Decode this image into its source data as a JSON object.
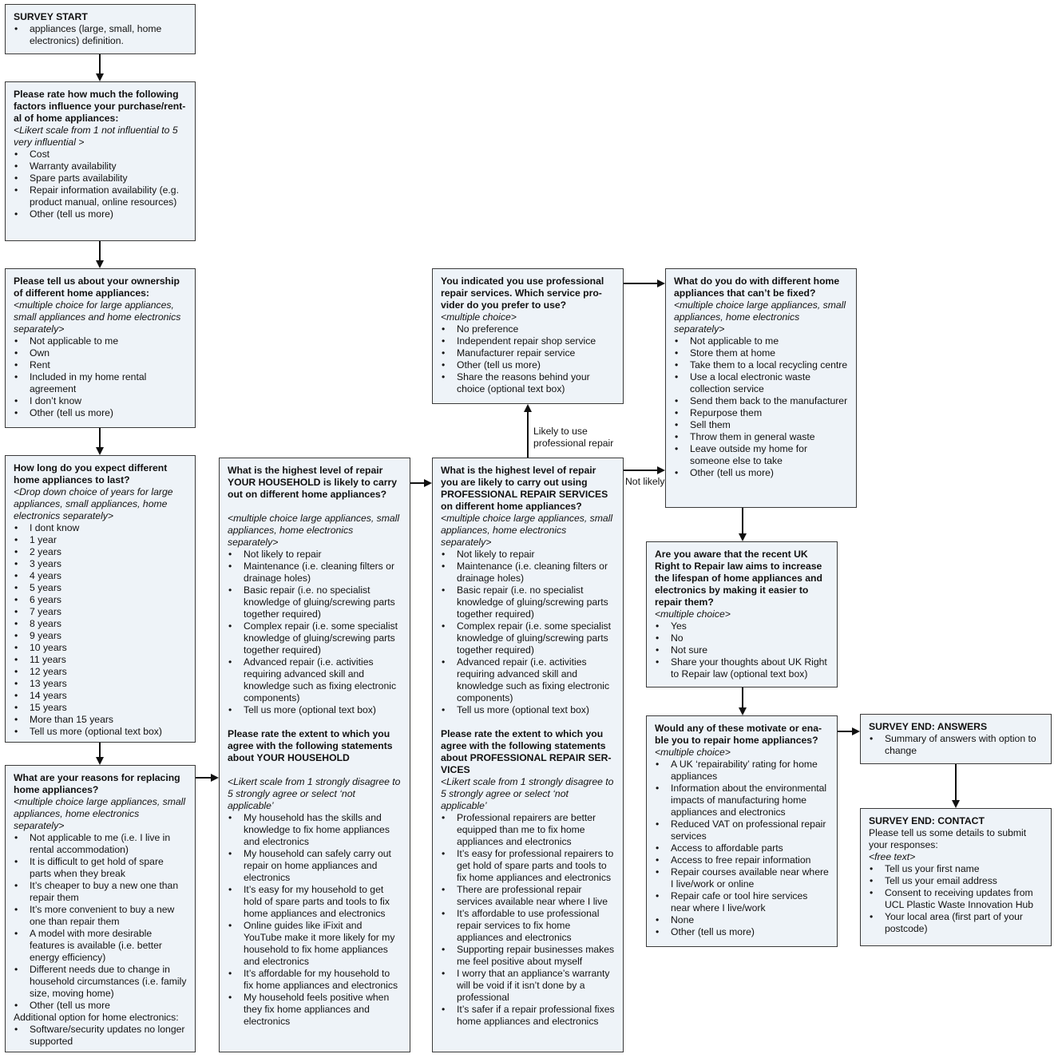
{
  "start": {
    "title": "SURVEY START",
    "items": [
      "appliances (large, small, home electronics) definition."
    ]
  },
  "factors": {
    "title": "Please rate how much the following factors influence your purchase/rent-al of home appliances:",
    "note": "<Likert scale from 1 not influential to 5 very influential >",
    "items": [
      "Cost",
      "Warranty availability",
      "Spare parts availability",
      "Repair information availability (e.g. product manual, online resources)",
      "Other (tell us more)"
    ]
  },
  "ownership": {
    "title": "Please tell us about your ownership of different home appliances:",
    "note": "<multiple choice for large appliances, small appliances and home electronics separately>",
    "items": [
      "Not applicable to me",
      "Own",
      "Rent",
      "Included in my home rental agreement",
      "I don’t know",
      "Other (tell us more)"
    ]
  },
  "lifespan": {
    "title": "How long do you expect different home appliances to last?",
    "note": "<Drop down choice of years for large appliances, small appliances, home electronics separately>",
    "items": [
      "I dont know",
      "1 year",
      "2 years",
      "3 years",
      "4 years",
      "5 years",
      "6 years",
      "7 years",
      "8 years",
      "9 years",
      "10 years",
      "11 years",
      "12 years",
      "13 years",
      "14 years",
      "15 years",
      "More than 15 years",
      "Tell us more (optional text box)"
    ]
  },
  "replacing": {
    "title": "What are your reasons for replacing home appliances?",
    "note": "<multiple choice large appliances, small appliances, home electronics separately>",
    "items": [
      "Not applicable to me (i.e. I live in rental accommodation)",
      "It is difficult to get hold of spare parts when they break",
      "It’s cheaper to buy a new one than repair them",
      "It’s more convenient to buy a new one than repair them",
      "A model with more desirable features is available (i.e. better energy efficiency)",
      "Different needs due to change in household circumstances (i.e. family size, moving home)",
      "Other (tell us more"
    ],
    "extra": "Additional option for home electronics:",
    "extra_items": [
      "Software/security updates no longer supported"
    ]
  },
  "household": {
    "title_a": "What is the highest level of repair ",
    "title_b": "YOUR HOUSEHOLD",
    "title_c": " is likely to carry out on different home appliances?",
    "note": "<multiple choice large appliances, small appliances, home electronics separately>",
    "items": [
      "Not likely to repair",
      "Maintenance (i.e. cleaning filters or drainage holes)",
      "Basic repair (i.e. no specialist knowledge of gluing/screwing parts together required)",
      "Complex repair (i.e. some specialist knowledge of gluing/screwing parts together required)",
      "Advanced repair (i.e. activities requiring advanced skill and knowledge such as fixing electronic components)",
      "Tell us more (optional text box)"
    ],
    "title2_a": "Please rate the extent to which you agree with the following statements about ",
    "title2_b": "YOUR HOUSEHOLD",
    "note2": "<Likert scale from 1 strongly disagree to 5 strongly agree or select ‘not applicable’",
    "items2": [
      "My household has the skills and knowledge to fix home appliances and electronics",
      "My household can safely carry out repair on home appliances and electronics",
      "It’s easy for my household to get hold of spare parts and tools to fix home appliances and electronics",
      "Online guides like iFixit and YouTube make it more likely for my household to fix home appliances and electronics",
      "It’s affordable for my household to fix home appliances and electronics",
      "My household feels positive when they fix home appliances and electronics"
    ]
  },
  "professional": {
    "title_a": "What is the highest level of repair you are likely to carry out using ",
    "title_b": "PROFESSIONAL REPAIR SERVICES",
    "title_c": " on different home appliances?",
    "note": "<multiple choice large appliances, small appliances, home electronics separately>",
    "items": [
      "Not likely to repair",
      "Maintenance (i.e. cleaning filters or drainage holes)",
      "Basic repair (i.e. no specialist knowledge of gluing/screwing parts together required)",
      "Complex repair (i.e. some specialist knowledge of gluing/screwing parts together required)",
      "Advanced repair (i.e. activities requiring advanced skill and knowledge such as fixing electronic components)",
      "Tell us more (optional text box)"
    ],
    "title2_a": "Please rate the extent to which you agree with the following statements about ",
    "title2_b": "PROFESSIONAL REPAIR SER-VICES",
    "note2": "<Likert scale from 1 strongly disagree to 5 strongly agree or select ‘not applicable’",
    "items2": [
      "Professional repairers are better equipped than me to fix home appliances and electronics",
      "It’s easy for professional repairers to get hold of spare parts and tools to fix home appliances and electronics",
      "There are professional repair services available near where I live",
      "It’s affordable to use professional repair services to fix home appliances and electronics",
      "Supporting repair businesses makes me feel positive about myself",
      "I worry that an appliance’s warranty will be void if it isn’t done by a professional",
      "It’s safer if a repair professional fixes home appliances and electronics"
    ]
  },
  "provider": {
    "title": "You indicated you use professional repair services. Which service pro-vider do you prefer to use?",
    "note": "<multiple choice>",
    "items": [
      "No preference",
      "Independent repair shop service",
      "Manufacturer repair service",
      "Other (tell us more)",
      "Share the reasons behind your choice (optional text box)"
    ]
  },
  "cant_fix": {
    "title": "What do you do with different home appliances that can’t be fixed?",
    "note": "<multiple choice large appliances, small appliances, home electronics separately>",
    "items": [
      "Not applicable to me",
      "Store them at home",
      "Take them to a local recycling centre",
      "Use a local electronic waste collection service",
      "Send them back to the manufacturer",
      "Repurpose them",
      "Sell them",
      "Throw them in general waste",
      "Leave outside my home for someone else to take",
      "Other (tell us more)"
    ]
  },
  "law": {
    "title": "Are you aware that the recent UK Right to Repair law aims to increase the lifespan of home appliances and electronics by making it easier to repair them?",
    "note": "<multiple choice>",
    "items": [
      "Yes",
      "No",
      "Not sure",
      "Share your thoughts about UK Right to Repair law (optional text box)"
    ]
  },
  "motivate": {
    "title": "Would any of these motivate or ena-ble you to repair home appliances?",
    "note": "<multiple choice>",
    "items": [
      "A UK ‘repairability’ rating for home appliances",
      "Information about the environmental impacts of manufacturing home appliances and electronics",
      "Reduced VAT on professional repair services",
      "Access to affordable parts",
      "Access to free repair information",
      "Repair courses available near where I live/work or online",
      "Repair cafe or tool hire services near where I live/work",
      "None",
      "Other (tell us more)"
    ]
  },
  "end_answers": {
    "title": "SURVEY END: ANSWERS",
    "items": [
      "Summary of answers with option to change"
    ]
  },
  "end_contact": {
    "title": "SURVEY END: CONTACT",
    "text": "Please tell us some details to submit your responses:",
    "note": "<free text>",
    "items": [
      "Tell us your first name",
      "Tell us your email address",
      "Consent to receiving updates from UCL Plastic Waste Innovation Hub",
      "Your local area (first part of your postcode)"
    ]
  },
  "labels": {
    "likely": "Likely to use professional repair",
    "not_likely": "Not likely"
  }
}
